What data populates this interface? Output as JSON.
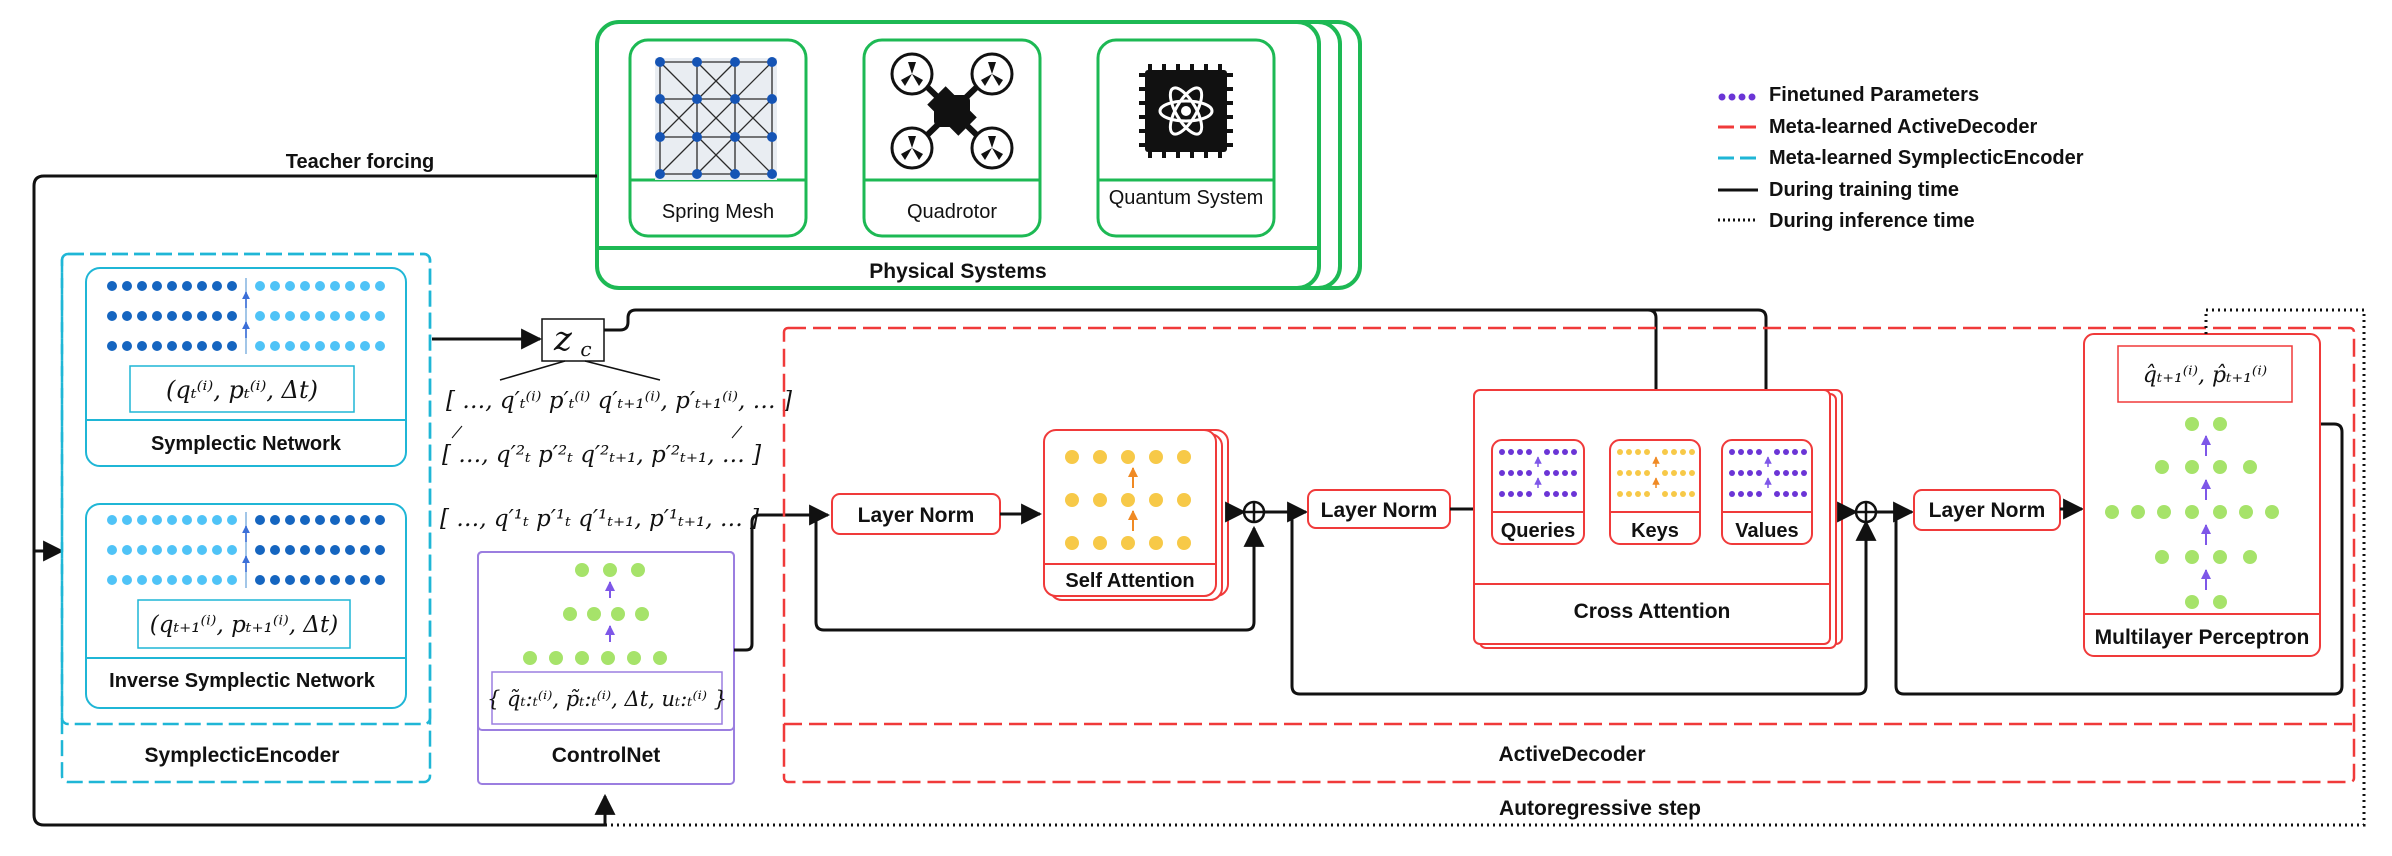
{
  "physical_systems": {
    "title": "Physical Systems",
    "items": [
      "Spring Mesh",
      "Quadrotor",
      "Quantum System"
    ]
  },
  "legend": [
    {
      "label": "Finetuned Parameters",
      "style": "dots",
      "color": "#6b35d6"
    },
    {
      "label": "Meta-learned ActiveDecoder",
      "style": "dash",
      "color": "#f03a3a"
    },
    {
      "label": "Meta-learned SymplecticEncoder",
      "style": "dash",
      "color": "#1fb6d6"
    },
    {
      "label": "During training time",
      "style": "solid",
      "color": "#111111"
    },
    {
      "label": "During inference time",
      "style": "dotted",
      "color": "#111111"
    }
  ],
  "labels": {
    "teacher_forcing": "Teacher forcing",
    "symplectic_network": "Symplectic Network",
    "inverse_symplectic_network": "Inverse Symplectic Network",
    "symplectic_encoder": "SymplecticEncoder",
    "controlnet": "ControlNet",
    "active_decoder": "ActiveDecoder",
    "autoregressive_step": "Autoregressive step",
    "layer_norm": "Layer Norm",
    "self_attention": "Self Attention",
    "cross_attention": "Cross Attention",
    "queries": "Queries",
    "keys": "Keys",
    "values": "Values",
    "mlp": "Multilayer Perceptron"
  },
  "math": {
    "zc": "z",
    "zc_sub": "c",
    "sym_in": "(qₜ⁽ⁱ⁾, pₜ⁽ⁱ⁾, Δt)",
    "inv_in": "(qₜ₊₁⁽ⁱ⁾, pₜ₊₁⁽ⁱ⁾, Δt)",
    "seq1": "[ …, q′ₜ⁽ⁱ⁾ p′ₜ⁽ⁱ⁾ q′ₜ₊₁⁽ⁱ⁾, p′ₜ₊₁⁽ⁱ⁾, … ]",
    "seq2": "[ …, q′²ₜ p′²ₜ q′²ₜ₊₁, p′²ₜ₊₁, … ]",
    "seq3": "[ …, q′¹ₜ p′¹ₜ q′¹ₜ₊₁, p′¹ₜ₊₁, … ]",
    "control_in": "{ q̃ₜ:ₜ⁽ⁱ⁾, p̃ₜ:ₜ⁽ⁱ⁾, Δt, uₜ:ₜ⁽ⁱ⁾ }",
    "output": "q̂ₜ₊₁⁽ⁱ⁾, p̂ₜ₊₁⁽ⁱ⁾"
  },
  "colors": {
    "green": "#1db954",
    "cyan": "#1fb6d6",
    "red": "#f03a3a",
    "purple": "#6b35d6",
    "lavender": "#9b7ee0",
    "yellow": "#f7c948",
    "orange": "#f08a24",
    "lightgreen": "#a6e36a",
    "darkblue": "#1565c0",
    "lightblue": "#4fc3f7"
  }
}
